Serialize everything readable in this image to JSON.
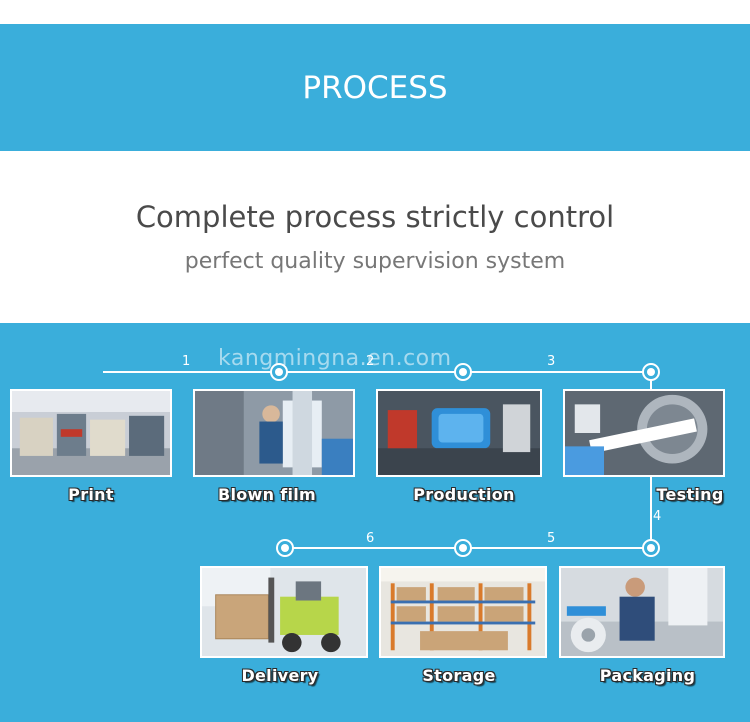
{
  "colors": {
    "accent": "#3aaedb",
    "text_dark": "#4a4a4a",
    "text_gray": "#777777"
  },
  "banner": {
    "title": "PROCESS"
  },
  "headline": "Complete process strictly control",
  "subhead": "perfect quality supervision system",
  "watermark": "kangmingna.en.com",
  "steps": [
    {
      "label": "Print",
      "number": ""
    },
    {
      "label": "Blown film",
      "number": "1"
    },
    {
      "label": "Production",
      "number": "2"
    },
    {
      "label": "Testing",
      "number": "3"
    },
    {
      "label": "Packaging",
      "number": "4"
    },
    {
      "label": "Storage",
      "number": "5"
    },
    {
      "label": "Delivery",
      "number": "6"
    }
  ]
}
